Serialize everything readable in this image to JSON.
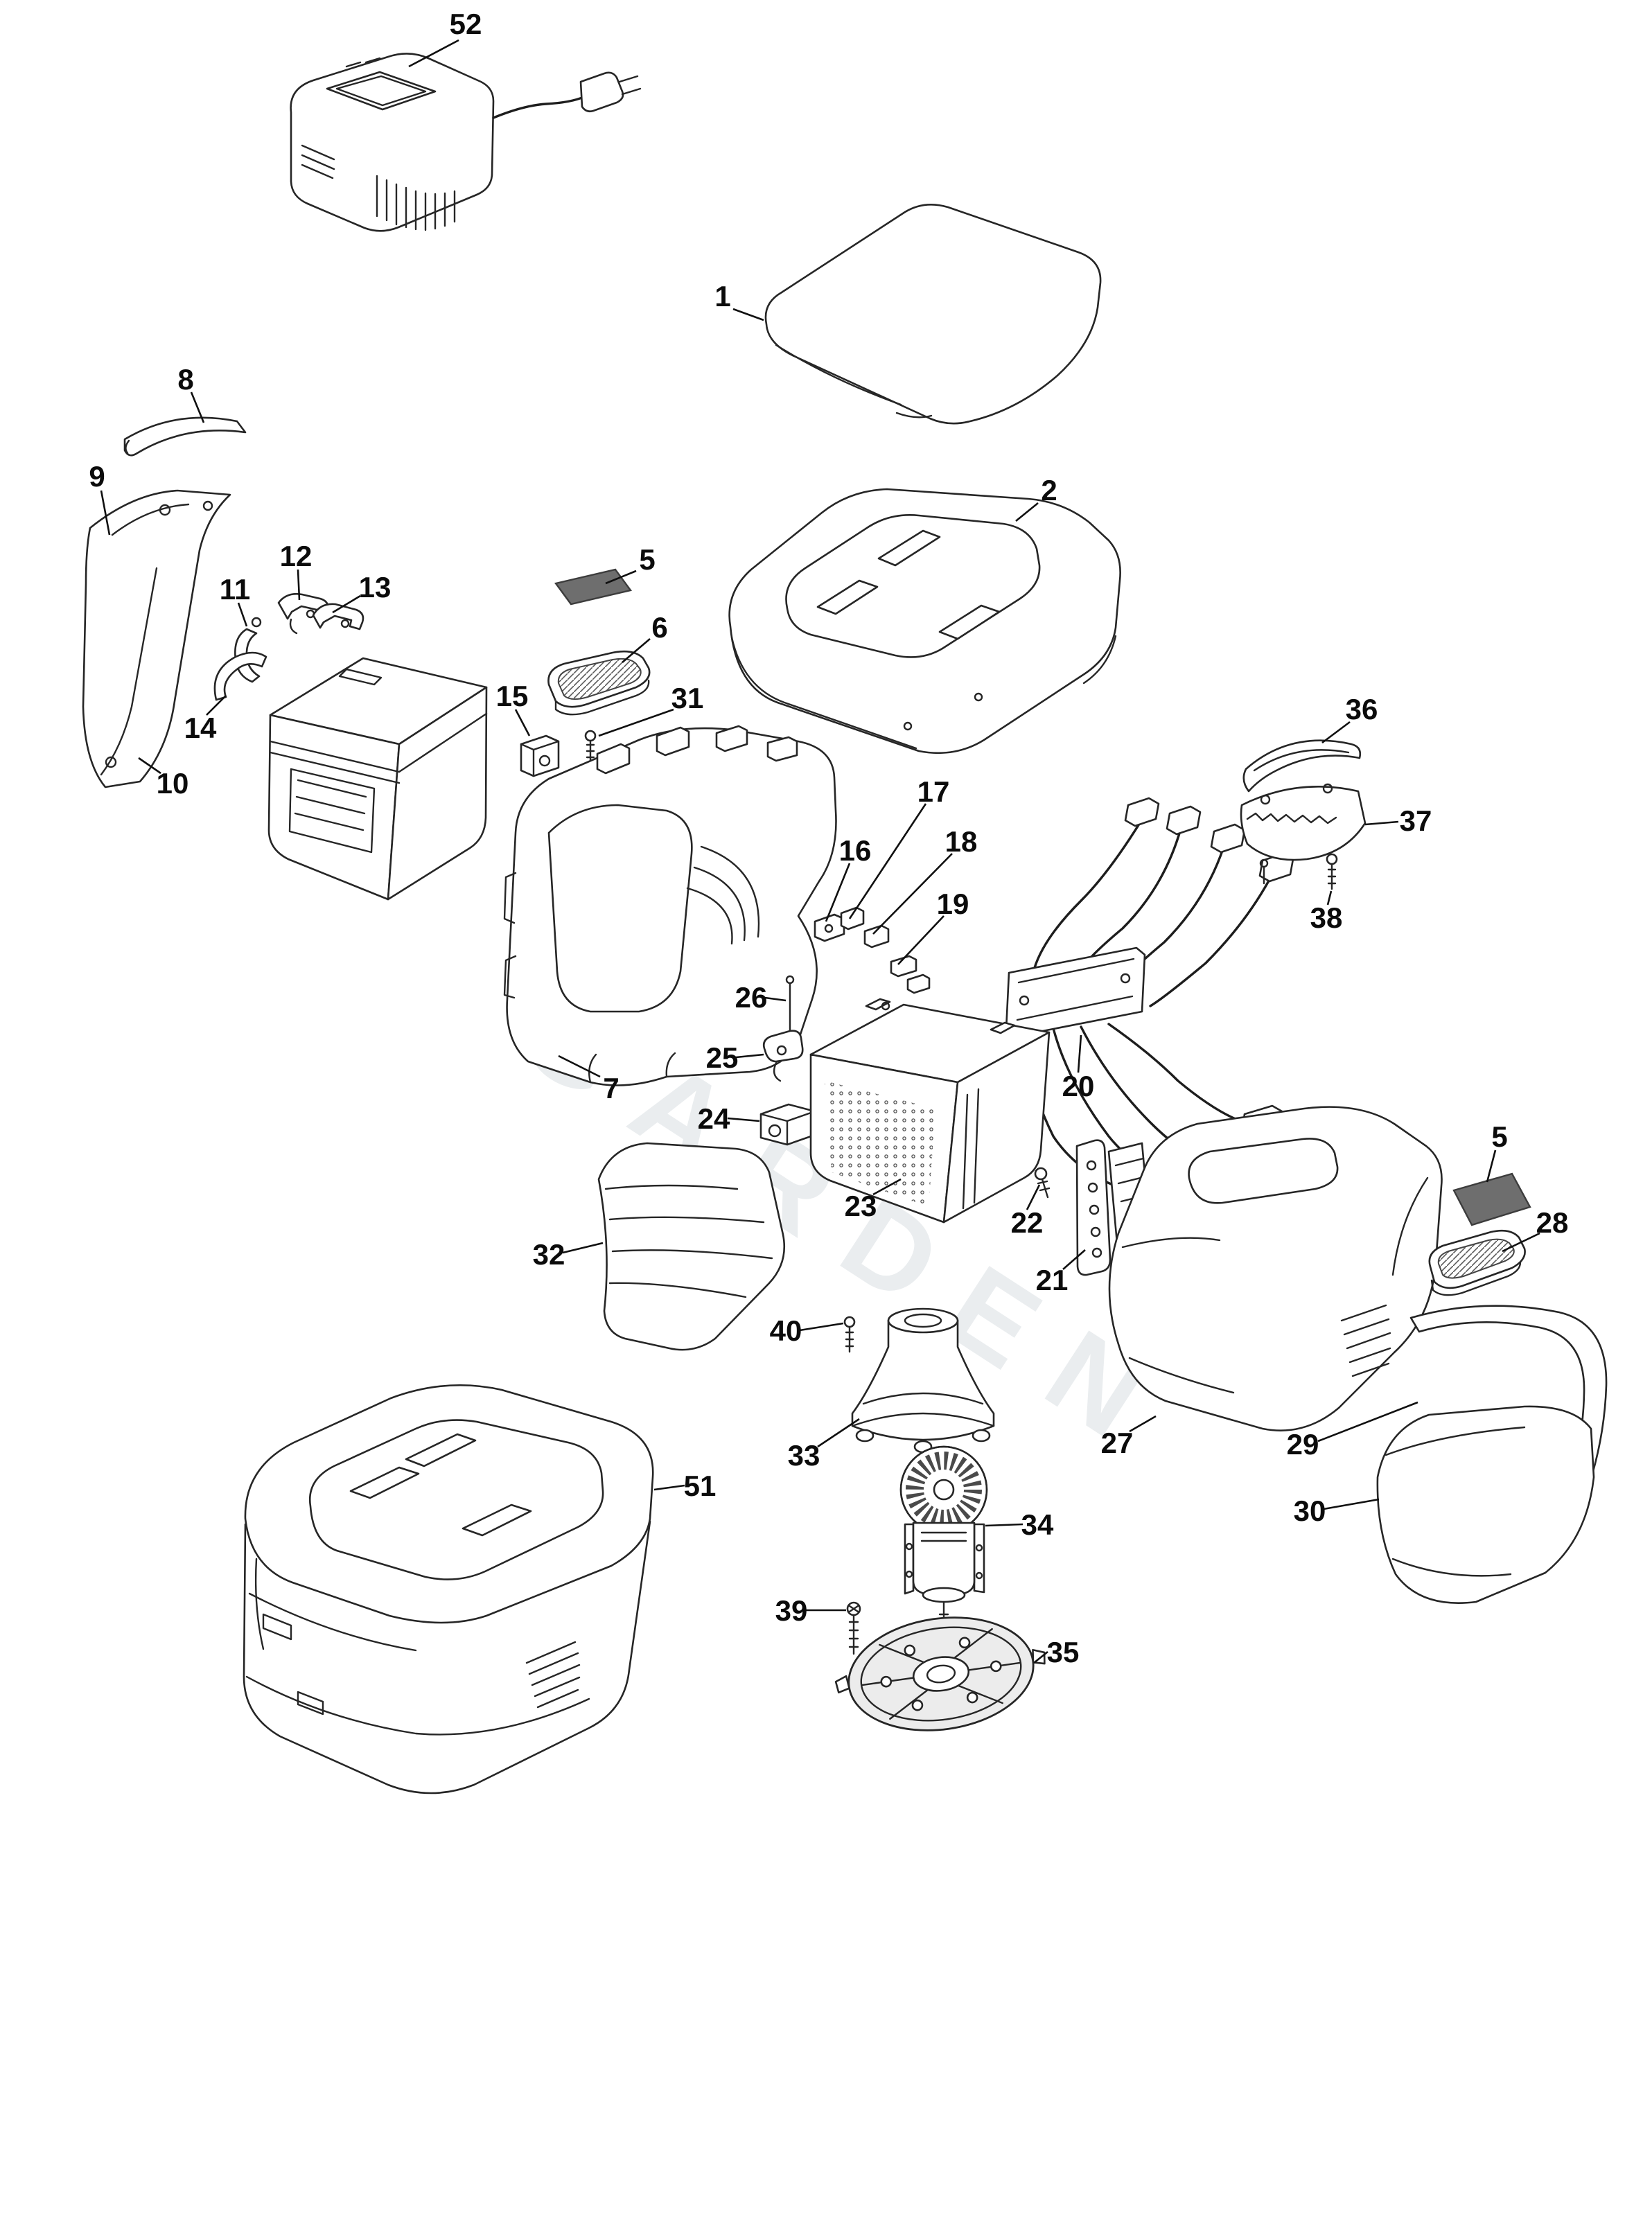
{
  "page": {
    "background": "#ffffff"
  },
  "watermark": {
    "text": "GARDEN",
    "color": "#eaedef"
  },
  "diagram": {
    "line_color": "#262626",
    "pad_color": "#6e6e6e"
  },
  "callouts": [
    {
      "id": "52",
      "label": "52"
    },
    {
      "id": "1",
      "label": "1"
    },
    {
      "id": "8",
      "label": "8"
    },
    {
      "id": "9",
      "label": "9"
    },
    {
      "id": "12",
      "label": "12"
    },
    {
      "id": "11",
      "label": "11"
    },
    {
      "id": "13",
      "label": "13"
    },
    {
      "id": "5a",
      "label": "5"
    },
    {
      "id": "6",
      "label": "6"
    },
    {
      "id": "2",
      "label": "2"
    },
    {
      "id": "15",
      "label": "15"
    },
    {
      "id": "31",
      "label": "31"
    },
    {
      "id": "14",
      "label": "14"
    },
    {
      "id": "10",
      "label": "10"
    },
    {
      "id": "36",
      "label": "36"
    },
    {
      "id": "37",
      "label": "37"
    },
    {
      "id": "38",
      "label": "38"
    },
    {
      "id": "17",
      "label": "17"
    },
    {
      "id": "16",
      "label": "16"
    },
    {
      "id": "18",
      "label": "18"
    },
    {
      "id": "19",
      "label": "19"
    },
    {
      "id": "26",
      "label": "26"
    },
    {
      "id": "25",
      "label": "25"
    },
    {
      "id": "24",
      "label": "24"
    },
    {
      "id": "7",
      "label": "7"
    },
    {
      "id": "20",
      "label": "20"
    },
    {
      "id": "23",
      "label": "23"
    },
    {
      "id": "22",
      "label": "22"
    },
    {
      "id": "21",
      "label": "21"
    },
    {
      "id": "5b",
      "label": "5"
    },
    {
      "id": "28",
      "label": "28"
    },
    {
      "id": "32",
      "label": "32"
    },
    {
      "id": "40",
      "label": "40"
    },
    {
      "id": "27",
      "label": "27"
    },
    {
      "id": "33",
      "label": "33"
    },
    {
      "id": "29",
      "label": "29"
    },
    {
      "id": "30",
      "label": "30"
    },
    {
      "id": "51",
      "label": "51"
    },
    {
      "id": "34",
      "label": "34"
    },
    {
      "id": "39",
      "label": "39"
    },
    {
      "id": "35",
      "label": "35"
    }
  ]
}
